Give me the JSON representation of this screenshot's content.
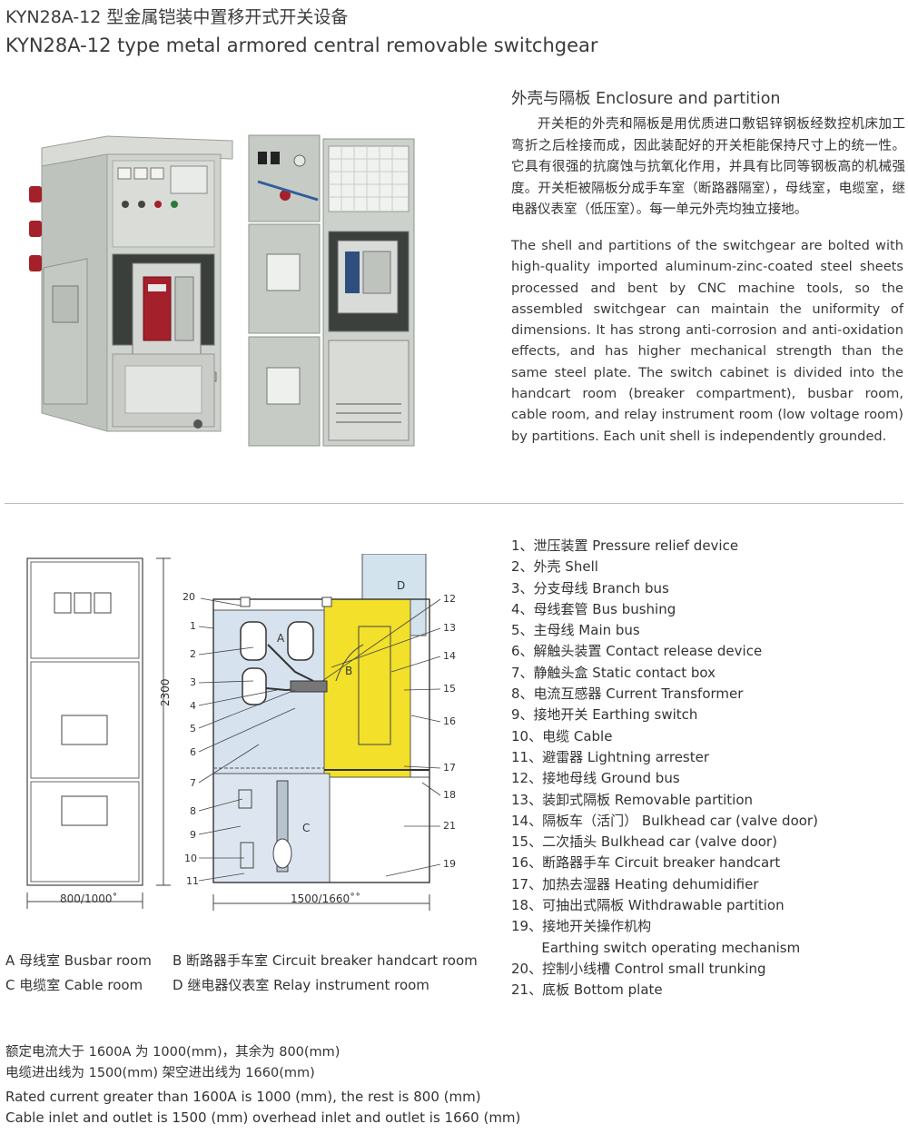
{
  "header": {
    "title_cn": "KYN28A-12 型金属铠装中置移开式开关设备",
    "title_en": "KYN28A-12 type metal armored central removable switchgear"
  },
  "enclosure": {
    "heading": "外壳与隔板 Enclosure and partition",
    "para_cn": "开关柜的外壳和隔板是用优质进口敷铝锌钢板经数控机床加工弯折之后栓接而成，因此装配好的开关柜能保持尺寸上的统一性。它具有很强的抗腐蚀与抗氧化作用，并具有比同等钢板高的机械强度。开关柜被隔板分成手车室（断路器隔室），母线室，电缆室，继电器仪表室（低压室）。每一单元外壳均独立接地。",
    "para_en": "The shell and partitions of the switchgear are bolted with high-quality imported aluminum-zinc-coated steel sheets processed and bent by CNC machine tools, so the assembled switchgear can maintain the uniformity of dimensions. It has strong anti-corrosion and anti-oxidation effects, and has higher mechanical strength than the same steel plate. The switch cabinet is divided into the handcart room (breaker compartment), busbar room, cable room, and relay instrument room (low voltage room) by partitions. Each unit shell is independently grounded."
  },
  "front_drawing": {
    "height_dim": "2300",
    "width_dim": "800/1000˚"
  },
  "section_drawing": {
    "width_dim": "1500/1660˚˚",
    "room_letters": [
      "A",
      "B",
      "C",
      "D"
    ],
    "callouts_left": [
      "20",
      "1",
      "2",
      "3",
      "4",
      "5",
      "6",
      "7",
      "8",
      "9",
      "10",
      "11"
    ],
    "callouts_right": [
      "12",
      "13",
      "14",
      "15",
      "16",
      "17",
      "18",
      "21",
      "19"
    ]
  },
  "legend": {
    "a": "A 母线室 Busbar room",
    "b": "B 断路器手车室 Circuit breaker handcart room",
    "c": "C 电缆室 Cable room",
    "d": "D 继电器仪表室 Relay instrument room"
  },
  "parts": [
    "1、泄压装置  Pressure relief device",
    "2、外壳  Shell",
    "3、分支母线  Branch bus",
    "4、母线套管  Bus bushing",
    "5、主母线   Main bus",
    "6、解触头装置   Contact release device",
    "7、静触头盒  Static contact box",
    "8、电流互感器 Current Transformer",
    "9、接地开关   Earthing switch",
    "10、电缆  Cable",
    "11、避雷器  Lightning arrester",
    "12、接地母线 Ground bus",
    "13、装卸式隔板  Removable partition",
    "14、隔板车（活门）  Bulkhead car (valve door)",
    "15、二次插头    Bulkhead car (valve door)",
    "16、断路器手车 Circuit breaker handcart",
    "17、加热去湿器    Heating dehumidifier",
    "18、可抽出式隔板    Withdrawable partition",
    "19、接地开关操作机构",
    "       Earthing switch operating mechanism",
    "20、控制小线槽    Control small trunking",
    "21、底板 Bottom plate"
  ],
  "notes": {
    "cn1": "额定电流大于 1600A 为 1000(mm)，其余为 800(mm)",
    "cn2": "电缆进出线为 1500(mm) 架空进出线为 1660(mm)",
    "en1": "Rated current greater than 1600A is 1000 (mm), the rest is 800 (mm)",
    "en2": "Cable inlet and outlet is 1500 (mm) overhead inlet and outlet is 1660 (mm)"
  },
  "colors": {
    "cabinet_grey": "#c9ccc7",
    "panel_frame": "#b9beb8",
    "busbar_room_blue": "#d7e2ef",
    "breaker_room_yellow": "#f2e02a",
    "cable_room_blue": "#dde6f0",
    "relay_room_blue": "#d2e3ee",
    "breaker_red": "#a4202a"
  }
}
